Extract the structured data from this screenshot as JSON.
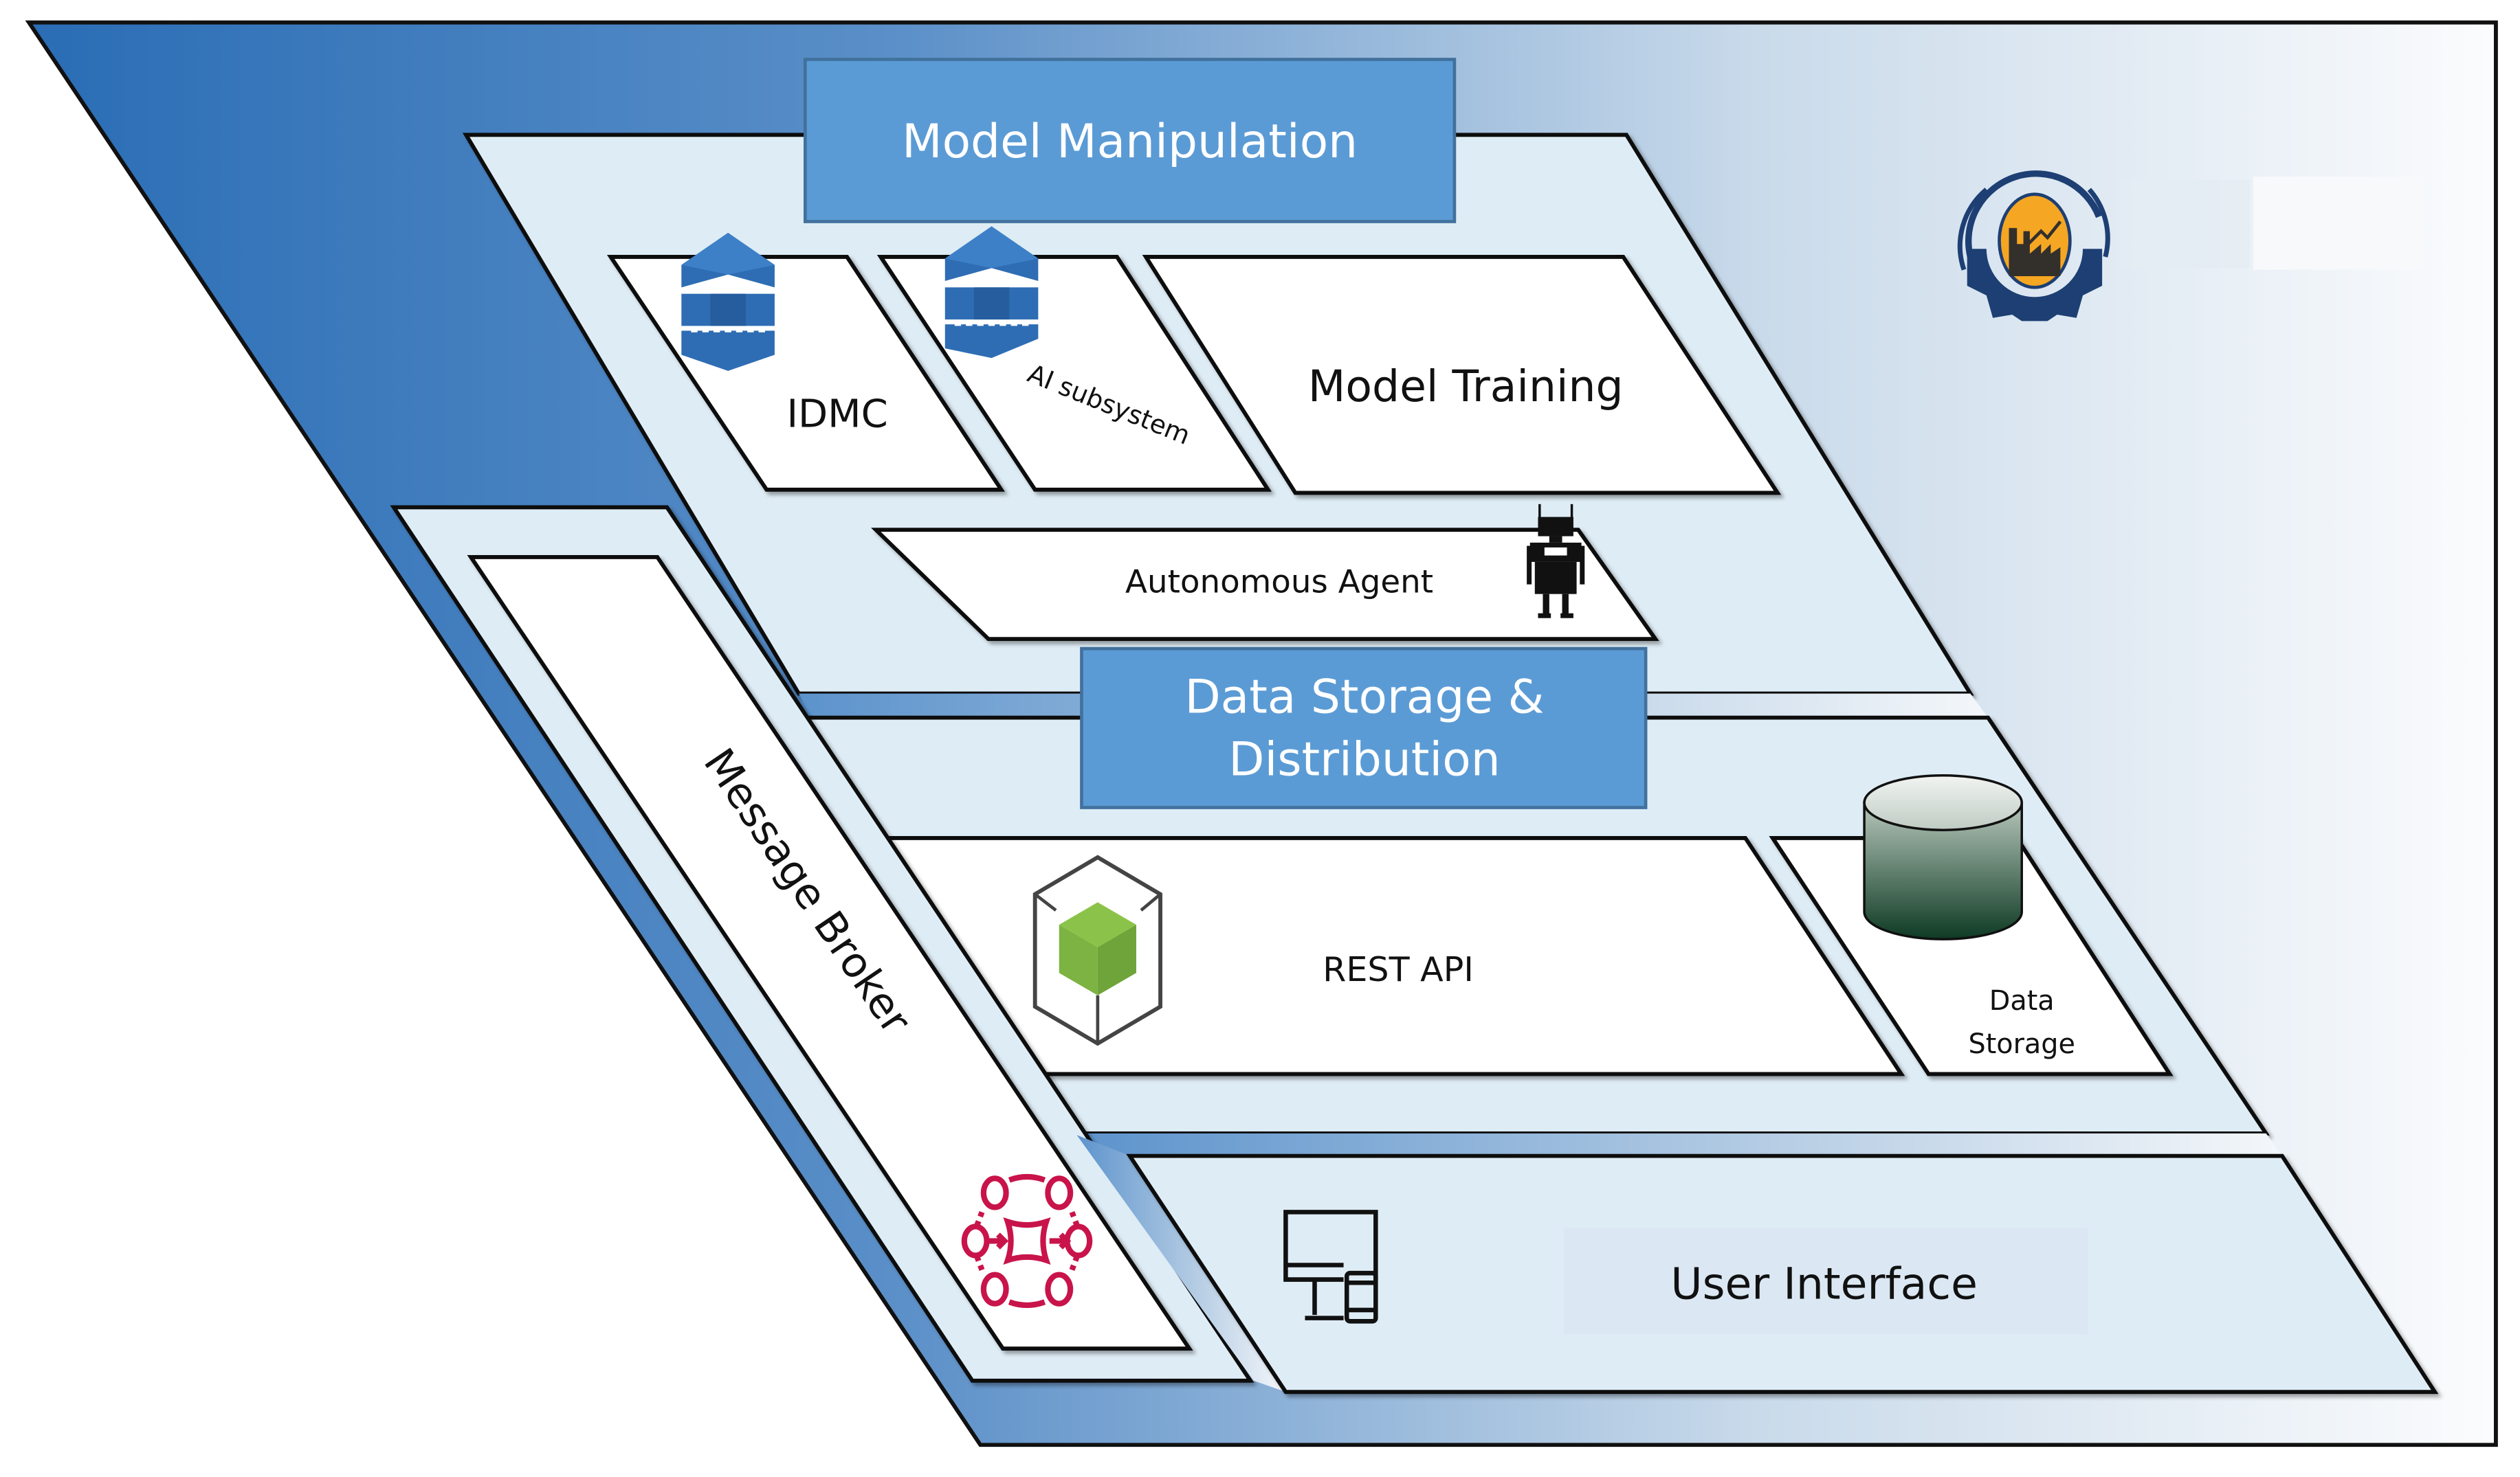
{
  "diagram": {
    "layers": {
      "model_manipulation": {
        "title": "Model Manipulation",
        "components": {
          "idmc": "IDMC",
          "ai_subsystem": "AI subsystem",
          "model_training": "Model Training",
          "autonomous_agent": "Autonomous Agent"
        }
      },
      "data_storage_distribution": {
        "title_line1": "Data Storage &",
        "title_line2": "Distribution",
        "components": {
          "rest_api": "REST API",
          "data_storage_line1": "Data",
          "data_storage_line2": "Storage"
        }
      },
      "message_broker": {
        "title": "Message Broker"
      },
      "user_interface": {
        "title": "User Interface"
      }
    },
    "icons": {
      "idmc": "stacked-blocks-icon",
      "ai_subsystem": "stacked-blocks-icon",
      "autonomous_agent": "robot-icon",
      "rest_api": "cube-icon",
      "data_storage": "database-cylinder-icon",
      "message_broker": "event-hub-icon",
      "user_interface": "desktop-mobile-icon",
      "logo": "gear-factory-logo"
    },
    "colors": {
      "frame_gradient_start": "#2a6db5",
      "frame_gradient_end": "#ffffff",
      "layer_fill": "#deecf5",
      "header_fill": "#5b9bd5",
      "header_border": "#41719c",
      "component_fill": "#ffffff",
      "outline": "#111111",
      "cube_green": "#7dba3f",
      "db_top": "#e8ede9",
      "db_bottom": "#0e3a24",
      "broker_red": "#c8144a",
      "logo_gear": "#1d3f73",
      "logo_sun": "#f5a623"
    }
  }
}
